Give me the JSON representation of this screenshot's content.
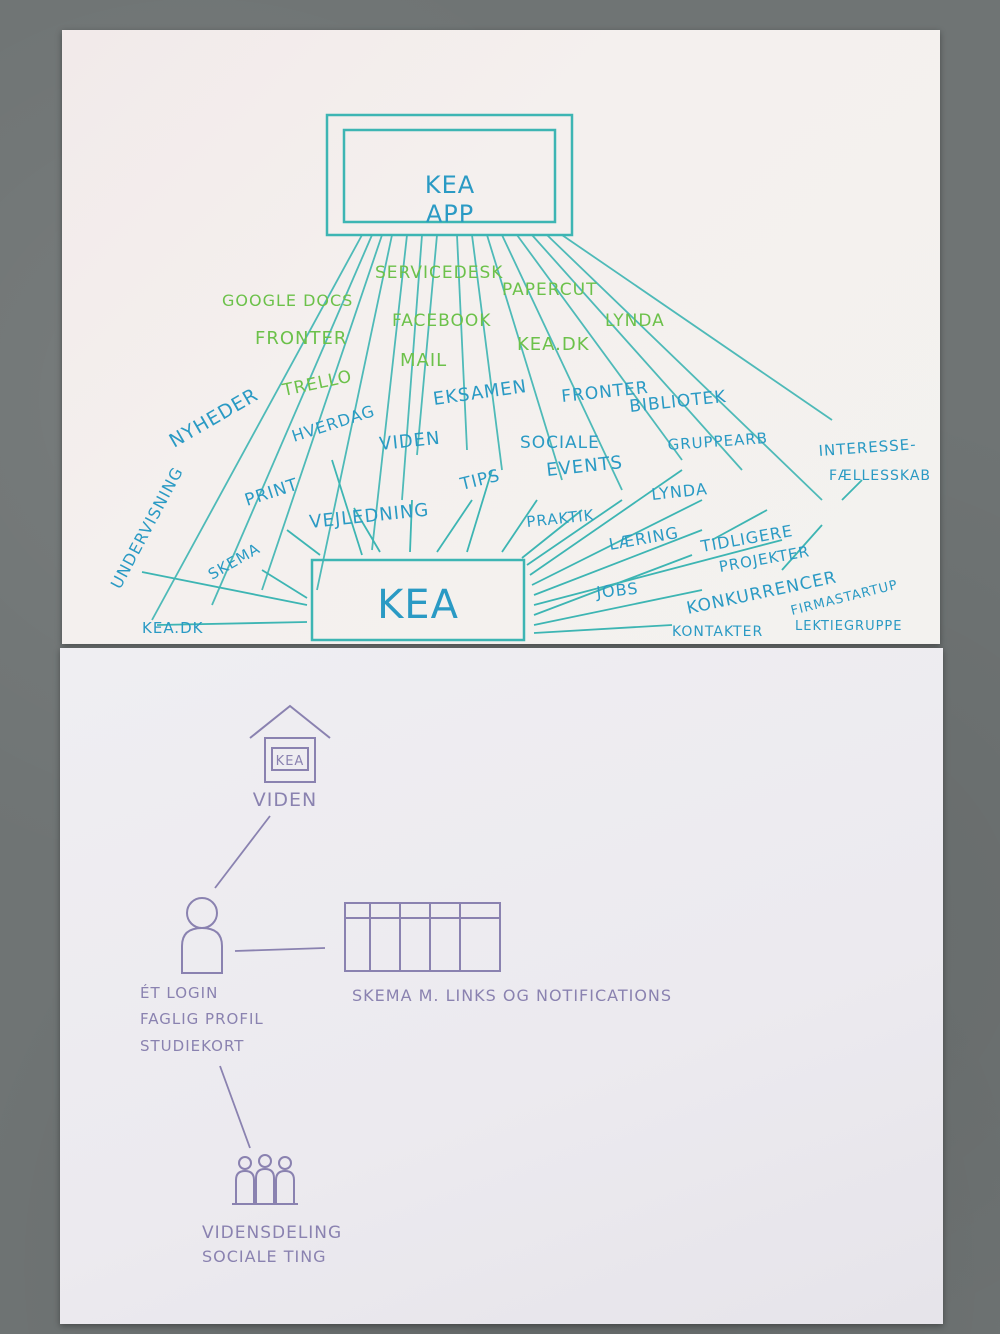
{
  "top_sheet": {
    "app_box": {
      "line1": "KEA",
      "line2": "APP"
    },
    "green_items": [
      "SERVICEDESK",
      "GOOGLE DOCS",
      "PAPERCUT",
      "FACEBOOK",
      "LYNDA",
      "FRONTER",
      "MAIL",
      "KEA.DK",
      "TRELLO"
    ],
    "kea_box": {
      "label": "KEA"
    },
    "blue_items": [
      "NYHEDER",
      "HVERDAG",
      "EKSAMEN",
      "FRONTER",
      "BIBLIOTEK",
      "VIDEN",
      "SOCIALE",
      "GRUPPEARB",
      "INTERESSE-",
      "FÆLLESSKAB",
      "UNDERVISNING",
      "PRINT",
      "TIPS",
      "EVENTS",
      "LYNDA",
      "VEJLEDNING",
      "PRAKTIK",
      "SKEMA",
      "LÆRING",
      "TIDLIGERE",
      "PROJEKTER",
      "JOBS",
      "KONKURRENCER",
      "KEA.DK",
      "FIRMASTARTUP",
      "KONTAKTER",
      "LEKTIEGRUPPE"
    ]
  },
  "bottom_sheet": {
    "house_label": "KEA",
    "viden": "VIDEN",
    "login_lines": [
      "ÉT LOGIN",
      "FAGLIG PROFIL",
      "STUDIEKORT"
    ],
    "schedule_label": "SKEMA M. LINKS OG NOTIFICATIONS",
    "sharing_lines": [
      "VIDENSDELING",
      "SOCIALE TING"
    ]
  },
  "colors": {
    "blue": "#2a9ac4",
    "green": "#6cc14a",
    "teal": "#3db5b3",
    "purple": "#8a82b0"
  }
}
